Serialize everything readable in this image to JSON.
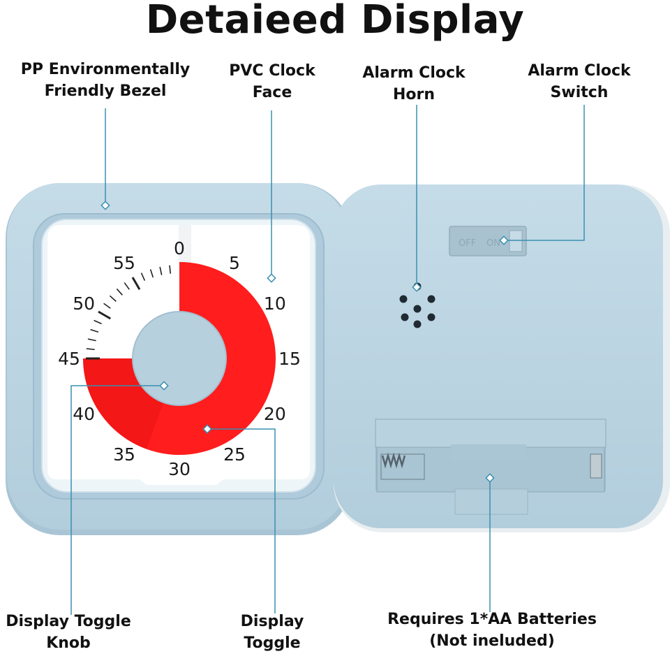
{
  "title": "Detaieed Display",
  "labels": {
    "bezel": {
      "line1": "PP Environmentally",
      "line2": "Friendly Bezel"
    },
    "face": {
      "line1": "PVC Clock",
      "line2": "Face"
    },
    "horn": {
      "line1": "Alarm Clock",
      "line2": "Horn"
    },
    "switch": {
      "line1": "Alarm Clock",
      "line2": "Switch"
    },
    "knob": {
      "line1": "Display Toggle",
      "line2": "Knob"
    },
    "toggle": {
      "line1": "Display",
      "line2": "Toggle"
    },
    "battery": {
      "line1": "Requires 1*AA Batteries",
      "line2": "(Not ineluded)"
    }
  },
  "dial_numbers": [
    "0",
    "5",
    "10",
    "15",
    "20",
    "25",
    "30",
    "35",
    "40",
    "45",
    "50",
    "55"
  ],
  "switch_text": {
    "off": "OFF",
    "on": "ON"
  },
  "colors": {
    "device_blue": "#b9d3e1",
    "device_blue_dark": "#9fbccc",
    "timer_red": "#ff1d1d",
    "face_white": "#ffffff",
    "leader_line": "#3a8fb0"
  }
}
